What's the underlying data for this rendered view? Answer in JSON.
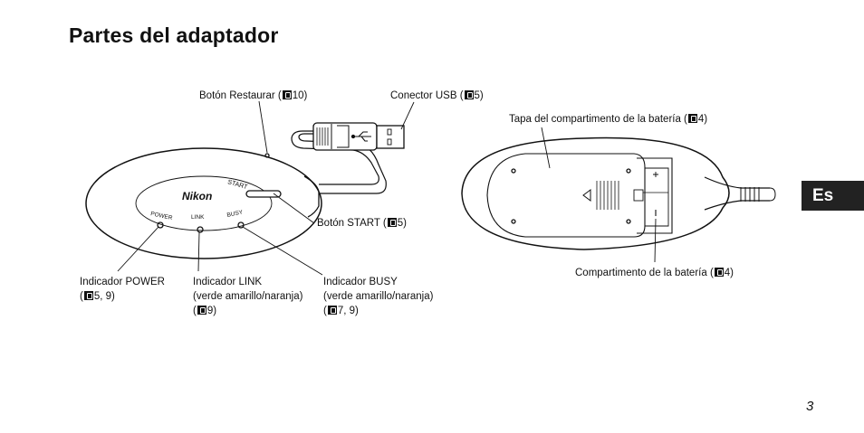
{
  "title": "Partes del adaptador",
  "labels": {
    "restore": {
      "text": "Botón Restaurar (",
      "page": "10)"
    },
    "usb": {
      "text": "Conector USB (",
      "page": "5)"
    },
    "start": {
      "text": "Botón START (",
      "page": "5)"
    },
    "power": {
      "line1": "Indicador POWER",
      "page": "5, 9)"
    },
    "link": {
      "line1": "Indicador LINK",
      "line2": "(verde amarillo/naranja)",
      "page": "9)"
    },
    "busy": {
      "line1": "Indicador BUSY",
      "line2": "(verde amarillo/naranja)",
      "page": "7, 9)"
    },
    "battery_cover": {
      "text": "Tapa del compartimento de la batería (",
      "page": "4)"
    },
    "battery_comp": {
      "text": "Compartimento de la batería (",
      "page": "4)"
    }
  },
  "device": {
    "logo": "Nikon",
    "start": "START",
    "power": "POWER",
    "link": "LINK",
    "busy": "BUSY"
  },
  "language_tab": "Es",
  "page_number": "3"
}
